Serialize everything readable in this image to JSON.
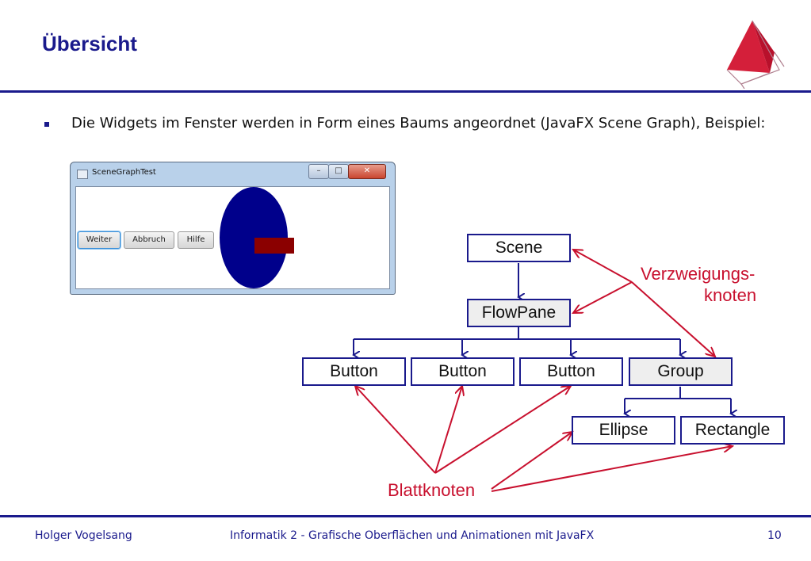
{
  "slide": {
    "title": "Übersicht",
    "bullet": "Die Widgets im Fenster werden in Form eines Baums angeordnet (JavaFX Scene Graph), Beispiel:"
  },
  "window": {
    "title": "SceneGraphTest",
    "buttons": [
      "Weiter",
      "Abbruch",
      "Hilfe"
    ]
  },
  "diagram": {
    "nodes": {
      "scene": "Scene",
      "flowpane": "FlowPane",
      "button1": "Button",
      "button2": "Button",
      "button3": "Button",
      "group": "Group",
      "ellipse": "Ellipse",
      "rectangle": "Rectangle"
    },
    "labels": {
      "branch_line1": "Verzweigungs-",
      "branch_line2": "knoten",
      "leaf": "Blattknoten"
    }
  },
  "footer": {
    "author": "Holger Vogelsang",
    "course": "Informatik 2 - Grafische Oberflächen und Animationen mit JavaFX",
    "page": "10"
  },
  "colors": {
    "primary": "#1a1a8c",
    "accent": "#c8102e",
    "ellipse_fill": "#00008b",
    "rect_fill": "#8b0000"
  }
}
